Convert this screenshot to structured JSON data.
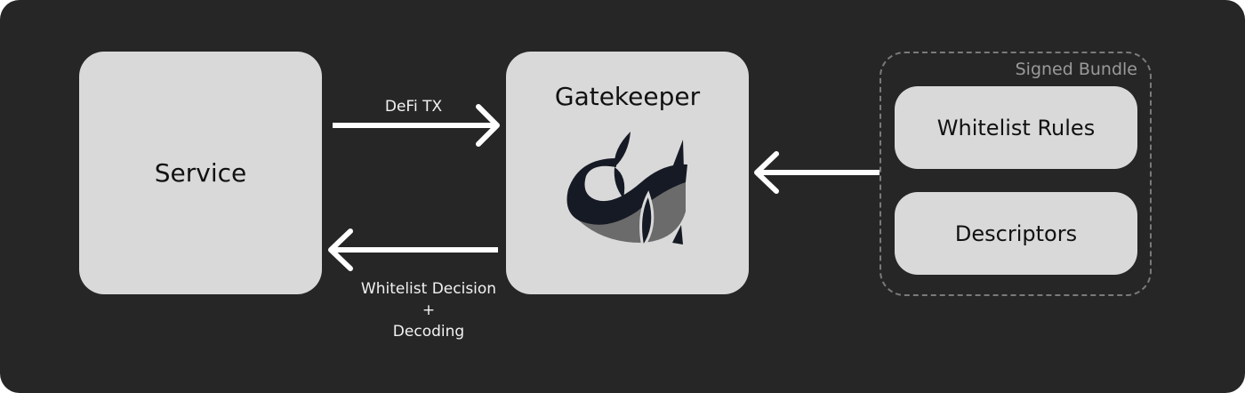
{
  "diagram": {
    "nodes": {
      "service": {
        "label": "Service"
      },
      "gatekeeper": {
        "label": "Gatekeeper",
        "logo_icon": "whale-logo-icon"
      },
      "bundle": {
        "label": "Signed Bundle",
        "items": [
          {
            "label": "Whitelist Rules"
          },
          {
            "label": "Descriptors"
          }
        ]
      }
    },
    "edges": {
      "tx": {
        "label": "DeFi TX",
        "from": "Service",
        "to": "Gatekeeper"
      },
      "decision": {
        "label_line1": "Whitelist Decision",
        "label_line2": "+",
        "label_line3": "Decoding",
        "from": "Gatekeeper",
        "to": "Service"
      },
      "bundle_in": {
        "from": "Signed Bundle",
        "to": "Gatekeeper"
      }
    },
    "colors": {
      "background": "#262626",
      "node_fill": "#d9d9d9",
      "arrow": "#ffffff",
      "logo_dark": "#161a24",
      "logo_gray": "#6b6b6b",
      "dashed_border": "#7a7a7a"
    }
  }
}
